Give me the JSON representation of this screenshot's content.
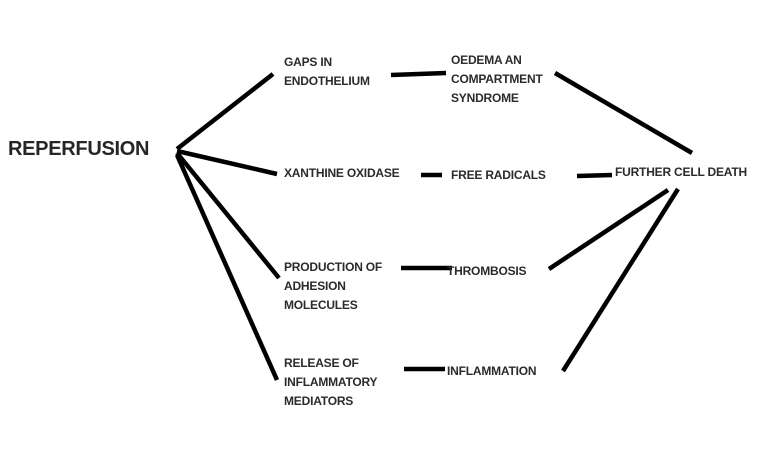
{
  "root": "REPERFUSION",
  "nodes": {
    "gaps": "GAPS IN\nENDOTHELIUM",
    "oedema": "OEDEMA AN\nCOMPARTMENT\nSYNDROME",
    "xanthine": "XANTHINE OXIDASE",
    "free_radicals": "FREE RADICALS",
    "further_death": "FURTHER CELL DEATH",
    "adhesion": "PRODUCTION OF\nADHESION\nMOLECULES",
    "thrombosis": "THROMBOSIS",
    "release": "RELEASE OF\nINFLAMMATORY\nMEDIATORS",
    "inflammation": "INFLAMMATION"
  },
  "colors": {
    "line": "#000000",
    "text": "#2b2b2b",
    "background": "#ffffff"
  }
}
